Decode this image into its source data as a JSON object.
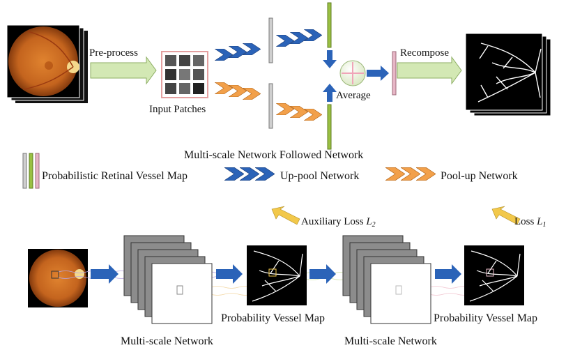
{
  "labels": {
    "preprocess": "Pre-process",
    "input_patches": "Input Patches",
    "average": "Average",
    "recompose": "Recompose",
    "multiscale_followed": "Multi-scale Network Followed Network",
    "legend_prob_map": "Probabilistic Retinal Vessel Map",
    "legend_uppool": "Up-pool Network",
    "legend_poolup": "Pool-up Network",
    "aux_loss_text": "Auxiliary Loss ",
    "aux_loss_sym": "L",
    "aux_loss_sub": "2",
    "loss_text": "Loss ",
    "loss_sym": "L",
    "loss_sub": "1",
    "prob_vessel_map_1": "Probability Vessel Map",
    "prob_vessel_map_2": "Probability Vessel Map",
    "multiscale_net_1": "Multi-scale Network",
    "multiscale_net_2": "Multi-scale Network"
  },
  "colors": {
    "uppool_blue": "#2b63b8",
    "poolup_orange": "#f2a04a",
    "preprocess_green": "#d3e8b4",
    "loss_arrow_yellow": "#f2c84a",
    "bar_gray": "#cfcfcf",
    "bar_green": "#9ac043",
    "bar_pink": "#e7b6c6"
  }
}
